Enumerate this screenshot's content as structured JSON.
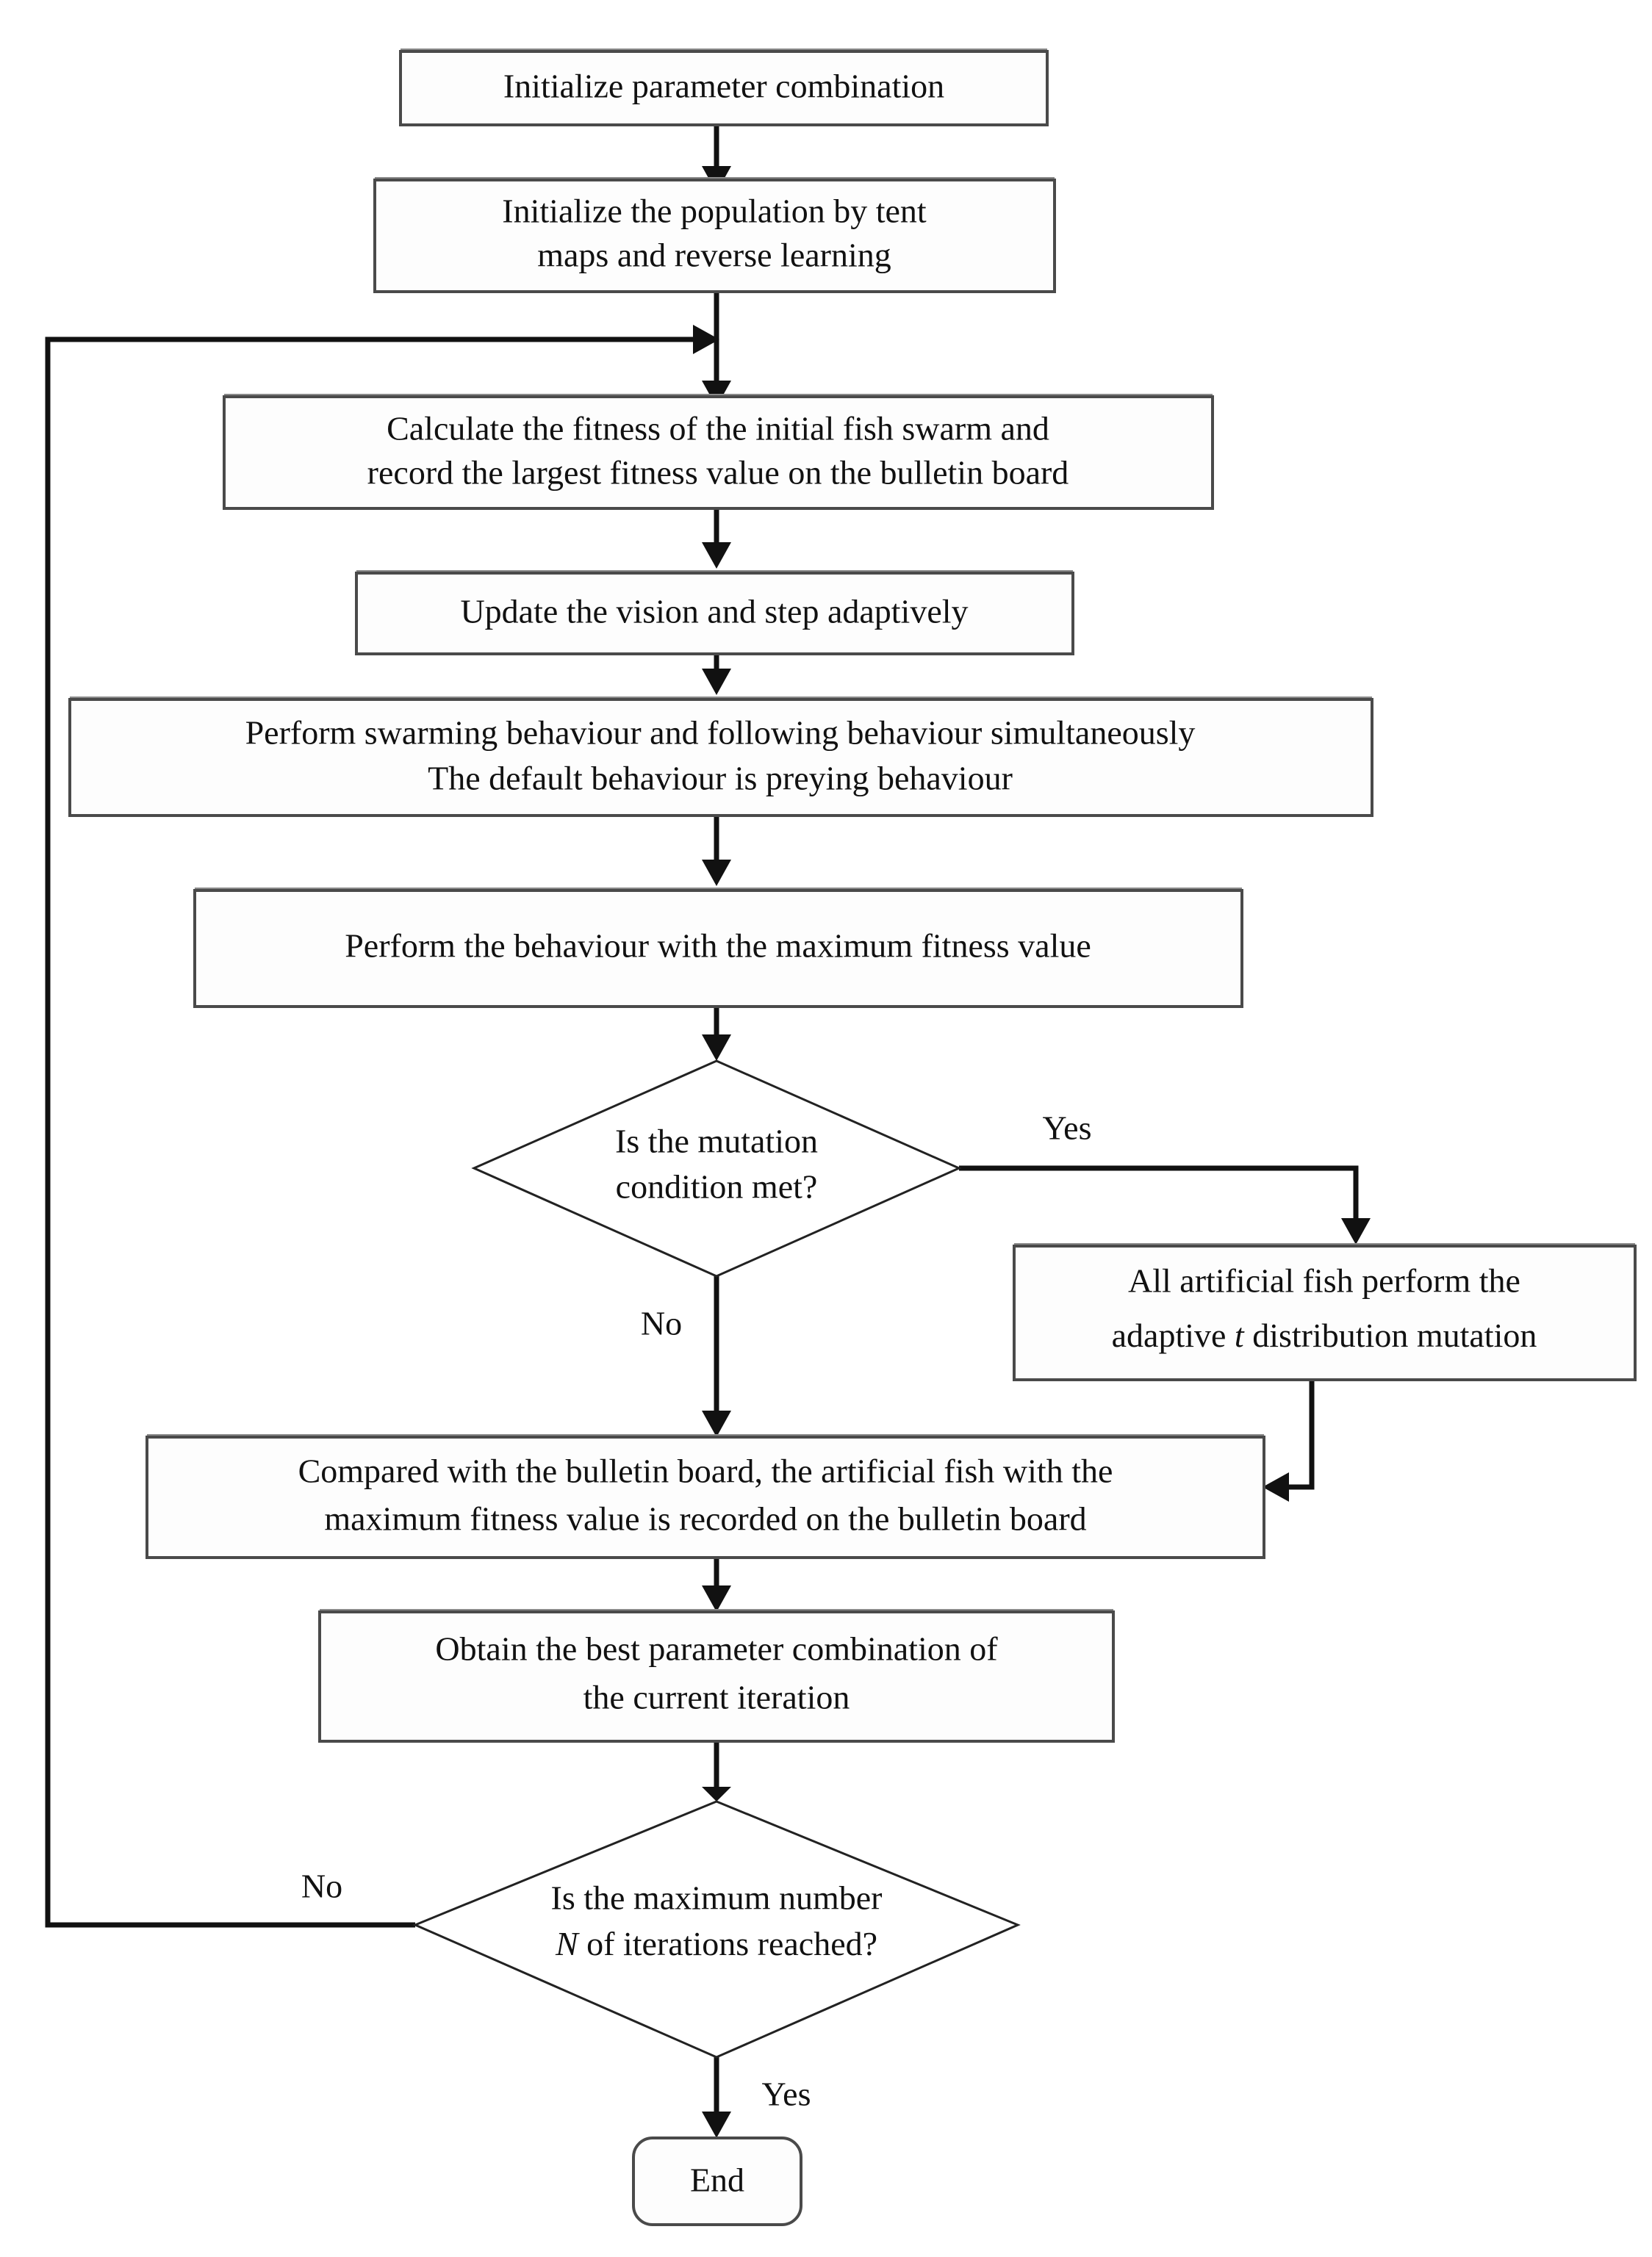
{
  "diagram": {
    "title": "Improved artificial fish swarm algorithm parameter optimisation flowchart",
    "type": "flowchart",
    "background_color": "#ffffff",
    "line_color": "#111111",
    "box_fill": "#fdfdfd",
    "box_border": "#4a4a4a"
  },
  "nodes": [
    {
      "id": "init-parameter-combination",
      "shape": "process",
      "lines": [
        "Initialize parameter combination"
      ]
    },
    {
      "id": "init-population",
      "shape": "process",
      "lines": [
        "Initialize the population by tent",
        "maps and reverse learning"
      ]
    },
    {
      "id": "calculate-fitness",
      "shape": "process",
      "lines": [
        "Calculate the fitness of the initial fish swarm and",
        "record the largest fitness value on the bulletin board"
      ]
    },
    {
      "id": "update-vision-step",
      "shape": "process",
      "lines": [
        "Update the vision and step adaptively"
      ]
    },
    {
      "id": "perform-swarming-following",
      "shape": "process",
      "lines": [
        "Perform swarming behaviour and following behaviour simultaneously",
        "The default behaviour is preying behaviour"
      ]
    },
    {
      "id": "perform-max-fitness-behaviour",
      "shape": "process",
      "lines": [
        "Perform the behaviour with the maximum fitness value"
      ]
    },
    {
      "id": "mutation-condition-decision",
      "shape": "decision",
      "lines": [
        "Is the mutation",
        "condition met?"
      ]
    },
    {
      "id": "adaptive-t-mutation",
      "shape": "process",
      "lines_rich": [
        [
          {
            "t": "All artificial fish perform the",
            "i": false
          }
        ],
        [
          {
            "t": "adaptive ",
            "i": false
          },
          {
            "t": "t",
            "i": true
          },
          {
            "t": " distribution mutation",
            "i": false
          }
        ]
      ]
    },
    {
      "id": "compare-bulletin-board",
      "shape": "process",
      "lines": [
        "Compared with the bulletin board, the artificial fish with the",
        "maximum fitness value is recorded on the bulletin board"
      ]
    },
    {
      "id": "obtain-best-combination",
      "shape": "process",
      "lines": [
        "Obtain the best parameter combination of",
        "the  current iteration"
      ]
    },
    {
      "id": "max-iterations-decision",
      "shape": "decision",
      "lines_rich": [
        [
          {
            "t": "Is the maximum number",
            "i": false
          }
        ],
        [
          {
            "t": "N",
            "i": true
          },
          {
            "t": " of iterations reached?",
            "i": false
          }
        ]
      ]
    },
    {
      "id": "end-terminator",
      "shape": "terminator",
      "lines": [
        "End"
      ]
    }
  ],
  "edge_labels": {
    "mutation_yes": "Yes",
    "mutation_no": "No",
    "iterations_no": "No",
    "iterations_yes": "Yes"
  },
  "node_text": {
    "n1_l1": "Initialize parameter combination",
    "n2_l1": "Initialize the population by tent",
    "n2_l2": "maps and reverse learning",
    "n3_l1": "Calculate the fitness of the initial fish swarm and",
    "n3_l2": "record the largest fitness value on the bulletin board",
    "n4_l1": "Update the vision and step adaptively",
    "n5_l1": "Perform swarming behaviour and following behaviour simultaneously",
    "n5_l2": "The default behaviour is preying behaviour",
    "n6_l1": "Perform the behaviour with the maximum fitness value",
    "n7_l1": "Is the mutation",
    "n7_l2": "condition met?",
    "n8_l1": "All artificial fish perform the",
    "n8_l2a": "adaptive ",
    "n8_l2b": "t",
    "n8_l2c": " distribution mutation",
    "n9_l1": "Compared with the bulletin board, the artificial fish with the",
    "n9_l2": "maximum fitness value is recorded on the bulletin board",
    "n10_l1": "Obtain the best parameter combination of",
    "n10_l2": "the  current iteration",
    "n11_l1": "Is the maximum number",
    "n11_l2a": "N",
    "n11_l2b": " of iterations reached?",
    "n12_l1": "End"
  }
}
